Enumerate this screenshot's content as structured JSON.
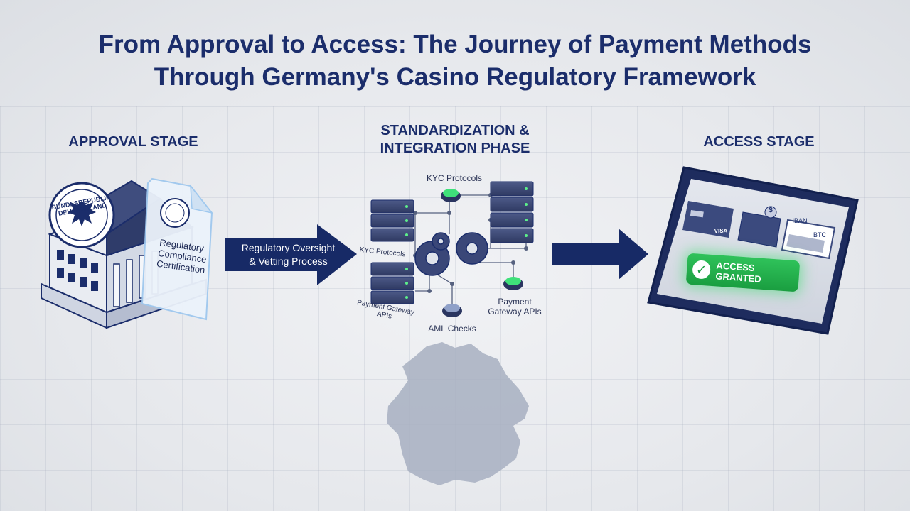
{
  "title": {
    "line1": "From Approval to Access: The Journey of Payment Methods",
    "line2": "Through Germany's Casino Regulatory Framework"
  },
  "stages": {
    "approval": "APPROVAL STAGE",
    "standardization_line1": "STANDARDIZATION &",
    "standardization_line2": "INTEGRATION PHASE",
    "access": "ACCESS STAGE"
  },
  "approval": {
    "seal_text": "BUNDESREPUBLIK DEUTSCHLAND",
    "certificate_line1": "Regulatory",
    "certificate_line2": "Compliance",
    "certificate_line3": "Certification"
  },
  "arrow1": {
    "line1": "Regulatory Oversight",
    "line2": "& Vetting Process"
  },
  "network": {
    "kyc_top": "KYC Protocols",
    "kyc_left": "KYC Protocols",
    "payment_left": "Payment Gateway APIs",
    "payment_right_line1": "Payment",
    "payment_right_line2": "Gateway APIs",
    "aml": "AML Checks"
  },
  "tablet": {
    "card_brand": "VISA",
    "iban": "IBAN",
    "btc": "BTC",
    "dollar": "$",
    "access_button": "ACCESS GRANTED"
  },
  "colors": {
    "navy": "#1b2d6b",
    "green": "#2fc25a",
    "map": "#a7afc1"
  }
}
